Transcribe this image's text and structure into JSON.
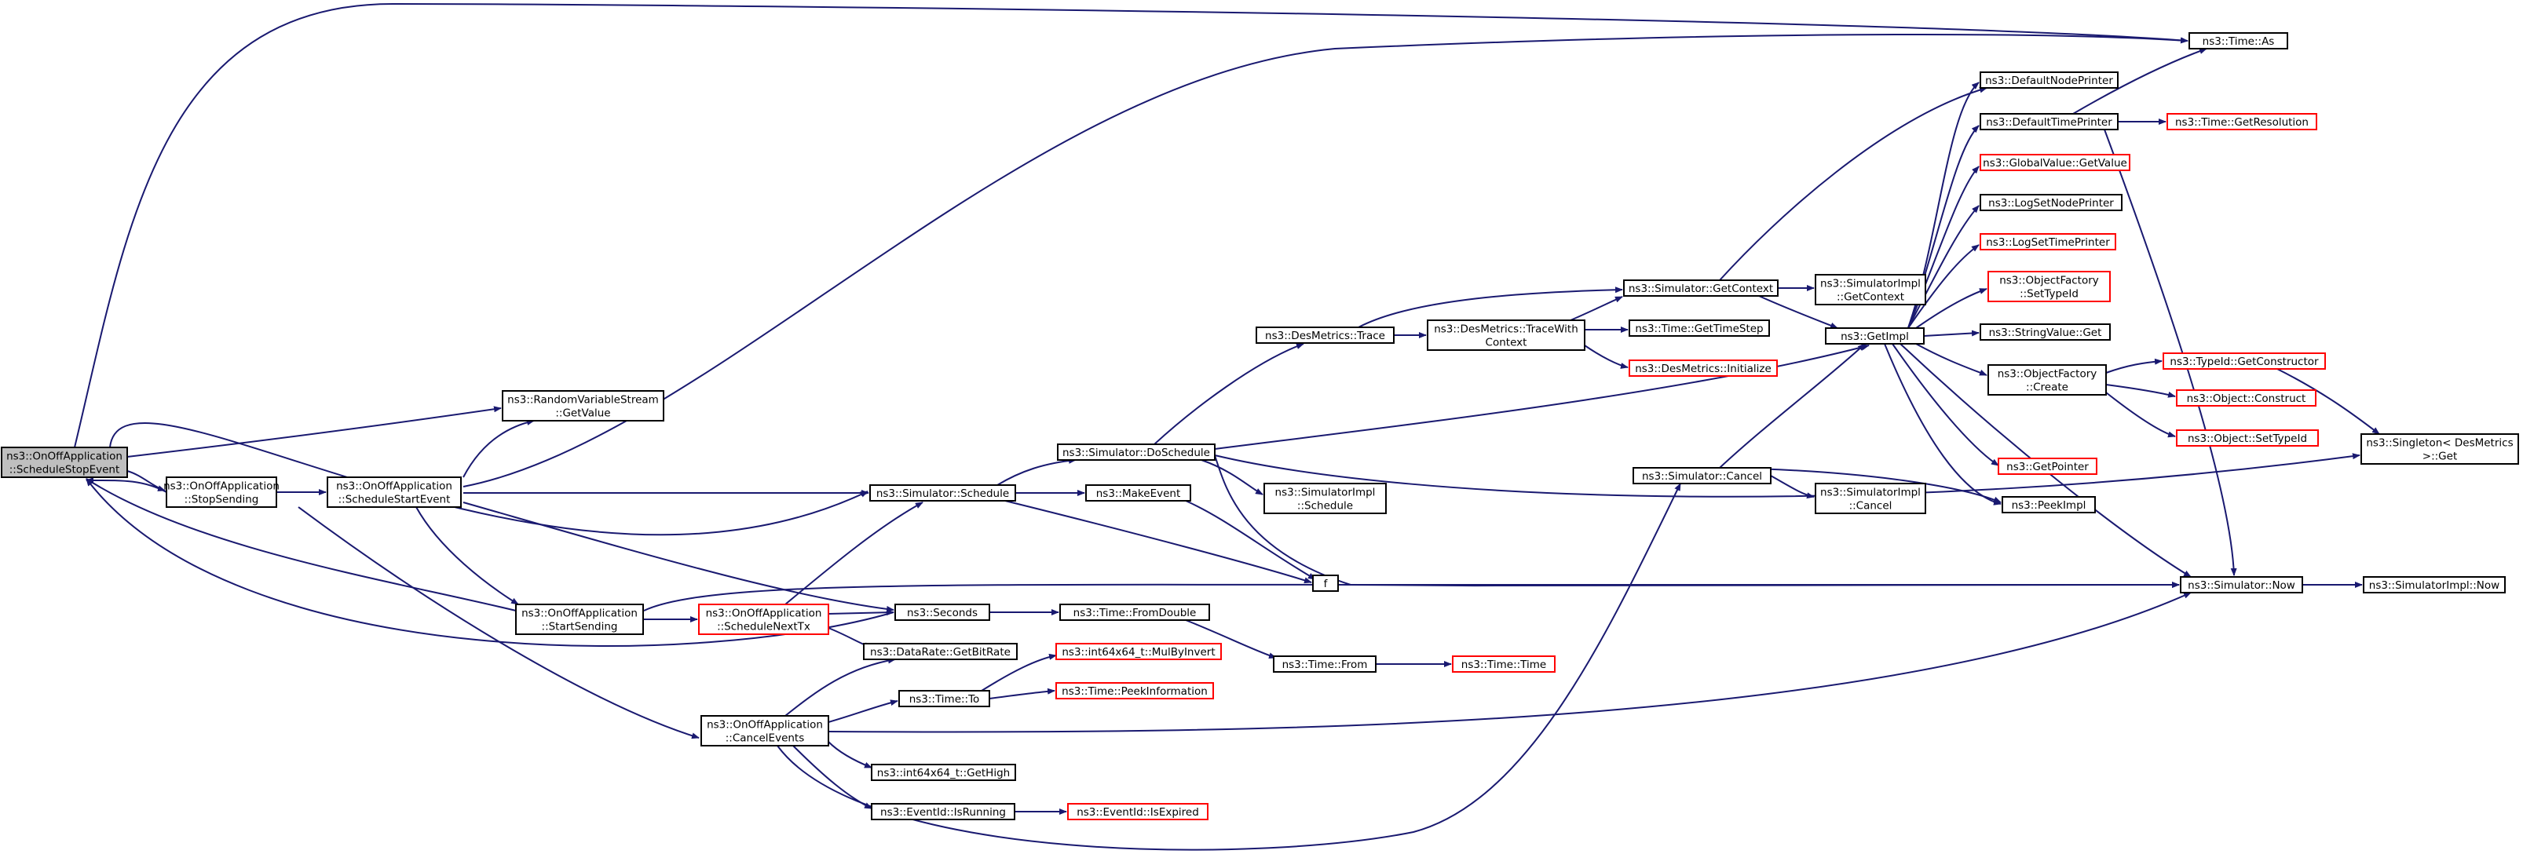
{
  "diagram": {
    "type": "call-graph",
    "colors": {
      "edge": "#191970",
      "node_border": "#000000",
      "node_border_truncated": "#ff0000",
      "root_fill": "#bfbfbf",
      "node_fill": "#ffffff"
    },
    "nodes": [
      {
        "id": "root",
        "lines": [
          "ns3::OnOffApplication",
          "::ScheduleStopEvent"
        ],
        "style": "root"
      },
      {
        "id": "stopSending",
        "lines": [
          "ns3::OnOffApplication",
          "::StopSending"
        ],
        "style": "normal"
      },
      {
        "id": "scheduleStart",
        "lines": [
          "ns3::OnOffApplication",
          "::ScheduleStartEvent"
        ],
        "style": "normal"
      },
      {
        "id": "rvsGetValue",
        "lines": [
          "ns3::RandomVariableStream",
          "::GetValue"
        ],
        "style": "normal"
      },
      {
        "id": "startSending",
        "lines": [
          "ns3::OnOffApplication",
          "::StartSending"
        ],
        "style": "normal"
      },
      {
        "id": "scheduleNextTx",
        "lines": [
          "ns3::OnOffApplication",
          "::ScheduleNextTx"
        ],
        "style": "truncated"
      },
      {
        "id": "cancelEvents",
        "lines": [
          "ns3::OnOffApplication",
          "::CancelEvents"
        ],
        "style": "normal"
      },
      {
        "id": "simSchedule",
        "lines": [
          "ns3::Simulator::Schedule"
        ],
        "style": "normal"
      },
      {
        "id": "seconds",
        "lines": [
          "ns3::Seconds"
        ],
        "style": "normal"
      },
      {
        "id": "getBitRate",
        "lines": [
          "ns3::DataRate::GetBitRate"
        ],
        "style": "normal"
      },
      {
        "id": "timeTo",
        "lines": [
          "ns3::Time::To"
        ],
        "style": "normal"
      },
      {
        "id": "getHigh",
        "lines": [
          "ns3::int64x64_t::GetHigh"
        ],
        "style": "normal"
      },
      {
        "id": "isRunning",
        "lines": [
          "ns3::EventId::IsRunning"
        ],
        "style": "normal"
      },
      {
        "id": "doSchedule",
        "lines": [
          "ns3::Simulator::DoSchedule"
        ],
        "style": "normal"
      },
      {
        "id": "makeEvent",
        "lines": [
          "ns3::MakeEvent"
        ],
        "style": "normal"
      },
      {
        "id": "f",
        "lines": [
          "f"
        ],
        "style": "normal"
      },
      {
        "id": "fromDouble",
        "lines": [
          "ns3::Time::FromDouble"
        ],
        "style": "normal"
      },
      {
        "id": "mulByInvert",
        "lines": [
          "ns3::int64x64_t::MulByInvert"
        ],
        "style": "truncated"
      },
      {
        "id": "peekInfo",
        "lines": [
          "ns3::Time::PeekInformation"
        ],
        "style": "truncated"
      },
      {
        "id": "isExpired",
        "lines": [
          "ns3::EventId::IsExpired"
        ],
        "style": "truncated"
      },
      {
        "id": "dmTrace",
        "lines": [
          "ns3::DesMetrics::Trace"
        ],
        "style": "normal"
      },
      {
        "id": "implSchedule",
        "lines": [
          "ns3::SimulatorImpl",
          "::Schedule"
        ],
        "style": "normal"
      },
      {
        "id": "timeFrom",
        "lines": [
          "ns3::Time::From"
        ],
        "style": "normal"
      },
      {
        "id": "dmTraceWith",
        "lines": [
          "ns3::DesMetrics::TraceWith",
          "Context"
        ],
        "style": "normal"
      },
      {
        "id": "getTimeStep",
        "lines": [
          "ns3::Time::GetTimeStep"
        ],
        "style": "normal"
      },
      {
        "id": "dmInit",
        "lines": [
          "ns3::DesMetrics::Initialize"
        ],
        "style": "truncated"
      },
      {
        "id": "timeTime",
        "lines": [
          "ns3::Time::Time"
        ],
        "style": "truncated"
      },
      {
        "id": "getContext",
        "lines": [
          "ns3::Simulator::GetContext"
        ],
        "style": "normal"
      },
      {
        "id": "simCancel",
        "lines": [
          "ns3::Simulator::Cancel"
        ],
        "style": "normal"
      },
      {
        "id": "implGetContext",
        "lines": [
          "ns3::SimulatorImpl",
          "::GetContext"
        ],
        "style": "normal"
      },
      {
        "id": "getImpl",
        "lines": [
          "ns3::GetImpl"
        ],
        "style": "normal"
      },
      {
        "id": "implCancel",
        "lines": [
          "ns3::SimulatorImpl",
          "::Cancel"
        ],
        "style": "normal"
      },
      {
        "id": "defNodePrinter",
        "lines": [
          "ns3::DefaultNodePrinter"
        ],
        "style": "normal"
      },
      {
        "id": "defTimePrinter",
        "lines": [
          "ns3::DefaultTimePrinter"
        ],
        "style": "normal"
      },
      {
        "id": "gvGetValue",
        "lines": [
          "ns3::GlobalValue::GetValue"
        ],
        "style": "truncated"
      },
      {
        "id": "logSetNode",
        "lines": [
          "ns3::LogSetNodePrinter"
        ],
        "style": "normal"
      },
      {
        "id": "logSetTime",
        "lines": [
          "ns3::LogSetTimePrinter"
        ],
        "style": "truncated"
      },
      {
        "id": "ofSetTypeId",
        "lines": [
          "ns3::ObjectFactory",
          "::SetTypeId"
        ],
        "style": "truncated"
      },
      {
        "id": "strGet",
        "lines": [
          "ns3::StringValue::Get"
        ],
        "style": "normal"
      },
      {
        "id": "ofCreate",
        "lines": [
          "ns3::ObjectFactory",
          "::Create"
        ],
        "style": "normal"
      },
      {
        "id": "getPointer",
        "lines": [
          "ns3::GetPointer"
        ],
        "style": "truncated"
      },
      {
        "id": "peekImpl",
        "lines": [
          "ns3::PeekImpl"
        ],
        "style": "normal"
      },
      {
        "id": "simNow",
        "lines": [
          "ns3::Simulator::Now"
        ],
        "style": "normal"
      },
      {
        "id": "timeAs",
        "lines": [
          "ns3::Time::As"
        ],
        "style": "normal"
      },
      {
        "id": "getResolution",
        "lines": [
          "ns3::Time::GetResolution"
        ],
        "style": "truncated"
      },
      {
        "id": "getCtor",
        "lines": [
          "ns3::TypeId::GetConstructor"
        ],
        "style": "truncated"
      },
      {
        "id": "objConstruct",
        "lines": [
          "ns3::Object::Construct"
        ],
        "style": "truncated"
      },
      {
        "id": "objSetTypeId",
        "lines": [
          "ns3::Object::SetTypeId"
        ],
        "style": "truncated"
      },
      {
        "id": "singletonGet",
        "lines": [
          "ns3::Singleton< DesMetrics",
          ">::Get"
        ],
        "style": "normal"
      },
      {
        "id": "implNow",
        "lines": [
          "ns3::SimulatorImpl::Now"
        ],
        "style": "normal"
      }
    ]
  }
}
